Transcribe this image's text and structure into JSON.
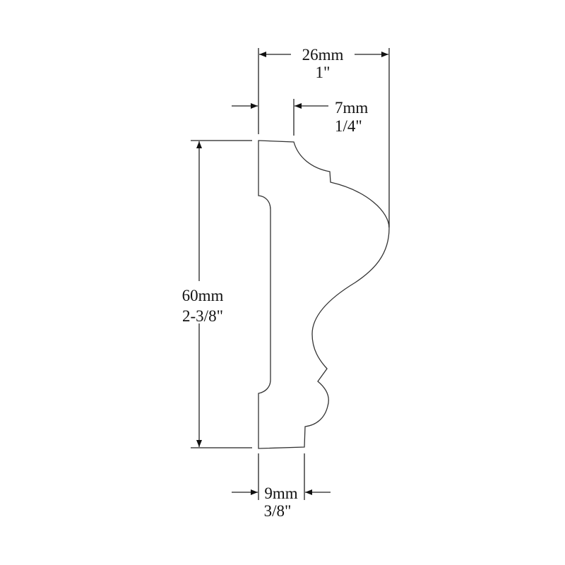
{
  "dimensions": {
    "overall_depth": {
      "metric": "26mm",
      "imperial": "1\""
    },
    "top_step": {
      "metric": "7mm",
      "imperial": "1/4\""
    },
    "height": {
      "metric": "60mm",
      "imperial": "2-3/8\""
    },
    "bottom_step": {
      "metric": "9mm",
      "imperial": "3/8\""
    }
  },
  "colors": {
    "line": "#222222",
    "background": "#ffffff"
  }
}
